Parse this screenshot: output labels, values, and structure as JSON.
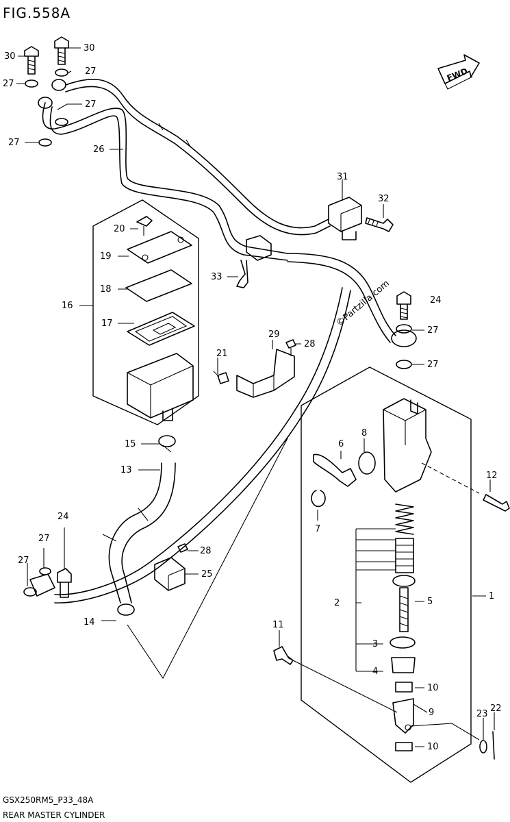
{
  "figure": {
    "title": "FIG.558A",
    "code": "GSX250RM5_P33_48A",
    "caption": "REAR MASTER CYLINDER"
  },
  "direction_badge": "FWD",
  "watermark": "©Partzilla.com",
  "callouts": {
    "n30a": "30",
    "n30b": "30",
    "n27a": "27",
    "n27b": "27",
    "n27c": "27",
    "n27d": "27",
    "n27e": "27",
    "n27f": "27",
    "n27g": "27",
    "n27h": "27",
    "n26": "26",
    "n31": "31",
    "n32": "32",
    "n33": "33",
    "n24a": "24",
    "n24b": "24",
    "n20": "20",
    "n19": "19",
    "n18": "18",
    "n17": "17",
    "n16": "16",
    "n21": "21",
    "n29": "29",
    "n28a": "28",
    "n28b": "28",
    "n15": "15",
    "n13": "13",
    "n14": "14",
    "n25": "25",
    "n6": "6",
    "n8": "8",
    "n7": "7",
    "n12": "12",
    "n1": "1",
    "n2": "2",
    "n5": "5",
    "n3": "3",
    "n4": "4",
    "n10a": "10",
    "n10b": "10",
    "n9": "9",
    "n11": "11",
    "n23": "23",
    "n22": "22"
  }
}
